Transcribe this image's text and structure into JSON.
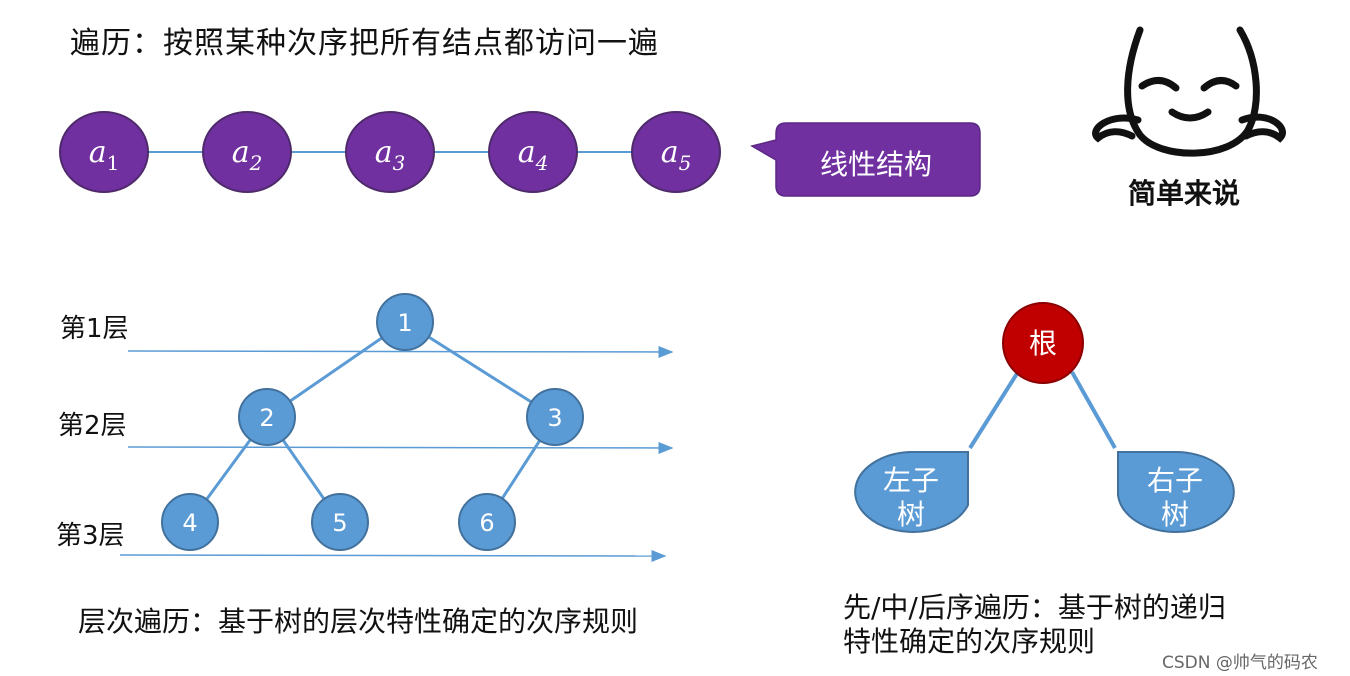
{
  "title": "遍历：按照某种次序把所有结点都访问一遍",
  "linear": {
    "nodes": [
      {
        "base": "a",
        "sub": "1"
      },
      {
        "base": "a",
        "sub": "2"
      },
      {
        "base": "a",
        "sub": "3"
      },
      {
        "base": "a",
        "sub": "4"
      },
      {
        "base": "a",
        "sub": "5"
      }
    ],
    "callout": "线性结构",
    "node_color": "#7030A0"
  },
  "meme": {
    "caption": "简单来说"
  },
  "level_tree": {
    "levels": [
      "第1层",
      "第2层",
      "第3层"
    ],
    "nodes": [
      "1",
      "2",
      "3",
      "4",
      "5",
      "6"
    ],
    "node_color": "#5B9BD5"
  },
  "level_caption": "层次遍历：基于树的层次特性确定的次序规则",
  "recursive_tree": {
    "root": "根",
    "left": [
      "左子",
      "树"
    ],
    "right": [
      "右子",
      "树"
    ],
    "root_color": "#C00000",
    "subtree_color": "#5B9BD5"
  },
  "recursive_caption": [
    "先/中/后序遍历：基于树的递归",
    "特性确定的次序规则"
  ],
  "credit": "CSDN @帅气的码农"
}
